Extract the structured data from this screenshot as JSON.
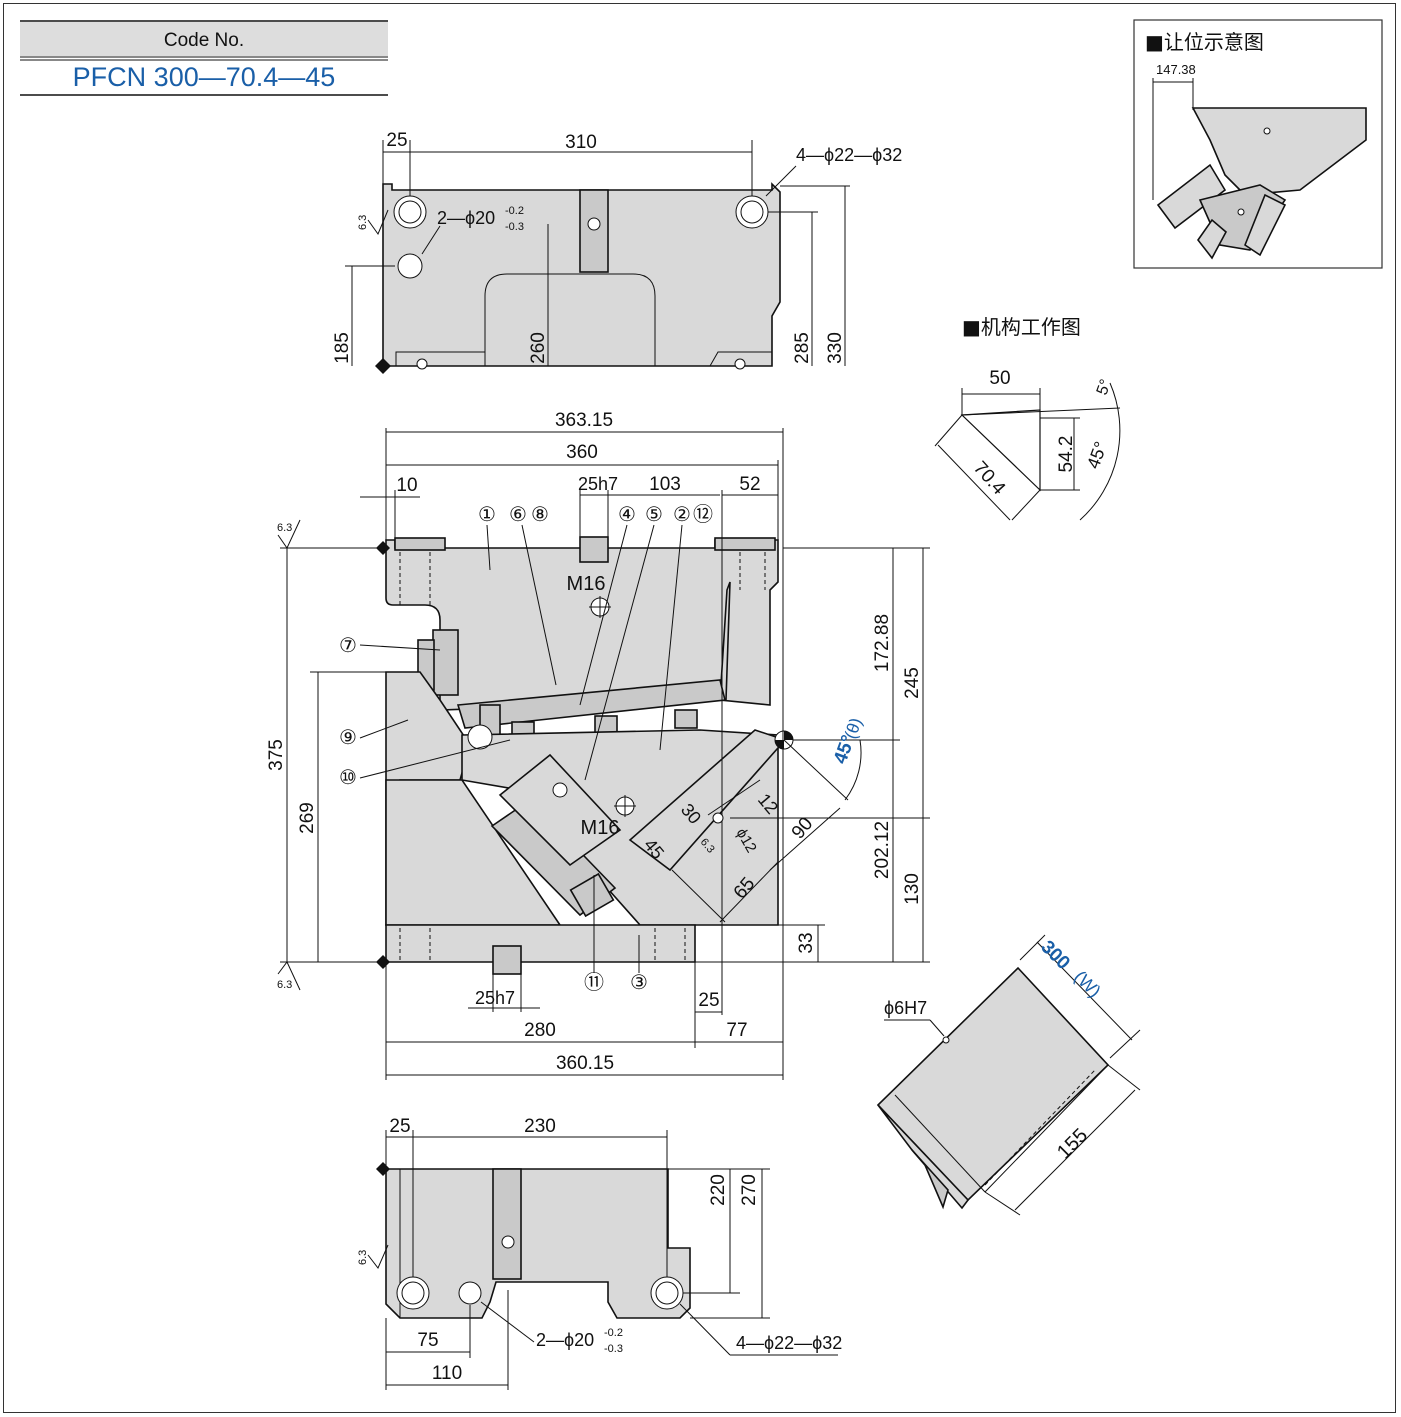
{
  "code_box": {
    "label": "Code No.",
    "value": "PFCN 300—70.4—45"
  },
  "inset_clearance": {
    "title": "■让位示意图",
    "dim": "147.38"
  },
  "inset_mechanism": {
    "title": "■机构工作图",
    "dims": {
      "top": "50",
      "angle_small": "5°",
      "vertical": "54.2",
      "angle_main": "45°",
      "diagonal": "70.4"
    }
  },
  "top_view": {
    "dims": {
      "left": "25",
      "width": "310",
      "h185": "185",
      "h260": "260",
      "h285": "285",
      "h330": "330"
    },
    "notes": {
      "holes_a": "4—ϕ22—ϕ32",
      "holes_b": "2—ϕ20",
      "tol_up": "-0.2",
      "tol_dn": "-0.3",
      "rough": "6.3"
    }
  },
  "front_view": {
    "dims": {
      "w363": "363.15",
      "w360": "360",
      "d10": "10",
      "d25h7": "25h7",
      "d103": "103",
      "d52": "52",
      "h172": "172.88",
      "h245": "245",
      "h375": "375",
      "h269": "269",
      "h202": "202.12",
      "h130": "130",
      "h33": "33",
      "b25h7": "25h7",
      "b280": "280",
      "b25": "25",
      "b77": "77",
      "b360": "360.15",
      "d12": "12",
      "d30": "30",
      "d45": "45",
      "d90": "90",
      "d65": "65",
      "dphi12": "ϕ12",
      "r63": "6.3"
    },
    "angle": {
      "value": "45°",
      "symbol": "(θ)"
    },
    "thread_a": "M16",
    "thread_b": "M16",
    "balloons": [
      "①",
      "⑥",
      "⑧",
      "④",
      "⑤",
      "②",
      "⑫",
      "⑦",
      "⑨",
      "⑩",
      "⑪",
      "③"
    ],
    "rough_top": "6.3",
    "rough_bot": "6.3"
  },
  "iso_view": {
    "width_value": "300",
    "width_unit": "(W)",
    "length": "155",
    "pin": "ϕ6H7"
  },
  "bottom_view": {
    "dims": {
      "left": "25",
      "width": "230",
      "h220": "220",
      "h270": "270",
      "d75": "75",
      "d110": "110"
    },
    "notes": {
      "holes_b": "2—ϕ20",
      "tol_up": "-0.2",
      "tol_dn": "-0.3",
      "holes_a": "4—ϕ22—ϕ32",
      "rough": "6.3"
    }
  }
}
